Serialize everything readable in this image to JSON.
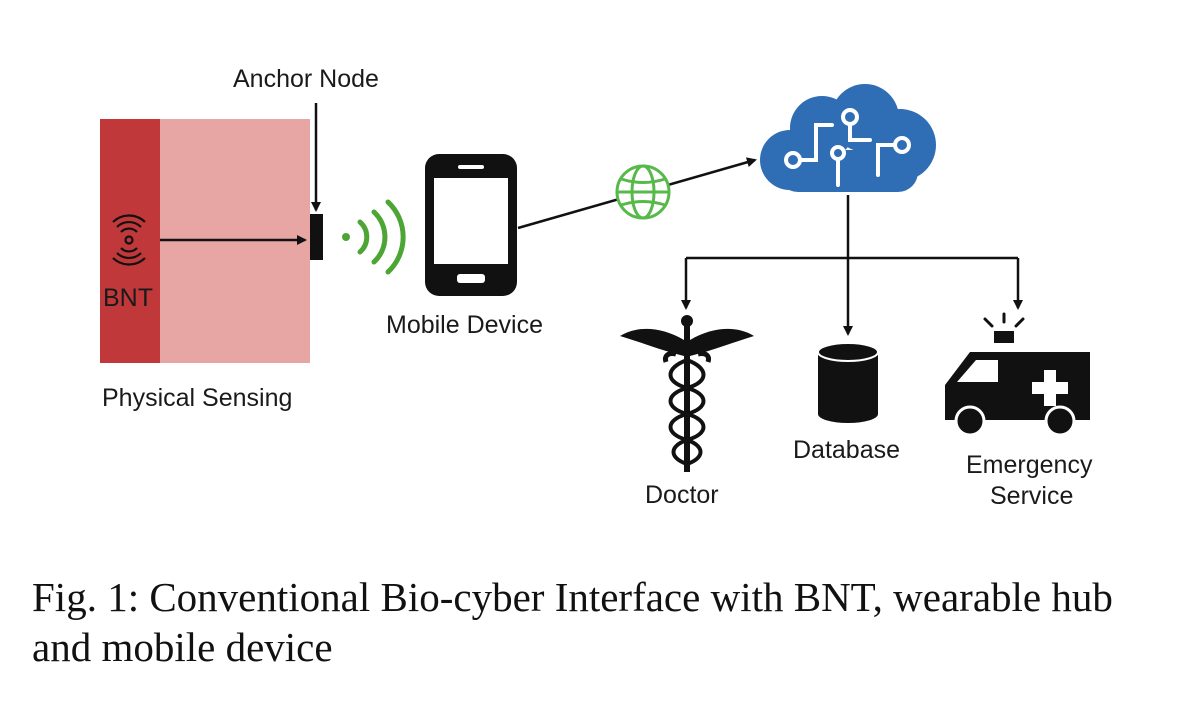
{
  "labels": {
    "anchor_node": "Anchor Node",
    "bnt": "BNT",
    "physical_sensing": "Physical Sensing",
    "mobile_device": "Mobile Device",
    "doctor": "Doctor",
    "database": "Database",
    "emergency_line1": "Emergency",
    "emergency_line2": "Service"
  },
  "caption": "Fig. 1: Conventional Bio-cyber Interface with BNT, wearable hub and mobile device",
  "colors": {
    "body_dark": "#c0383a",
    "body_light": "#e7a6a4",
    "signal_green": "#4ca535",
    "globe_green": "#57b94a",
    "cloud_blue": "#2f6db5",
    "line_black": "#111111"
  },
  "icons": [
    "bnt-sensor-icon",
    "wifi-signal-icon",
    "smartphone-icon",
    "globe-icon",
    "cloud-circuit-icon",
    "caduceus-icon",
    "database-icon",
    "ambulance-icon"
  ]
}
